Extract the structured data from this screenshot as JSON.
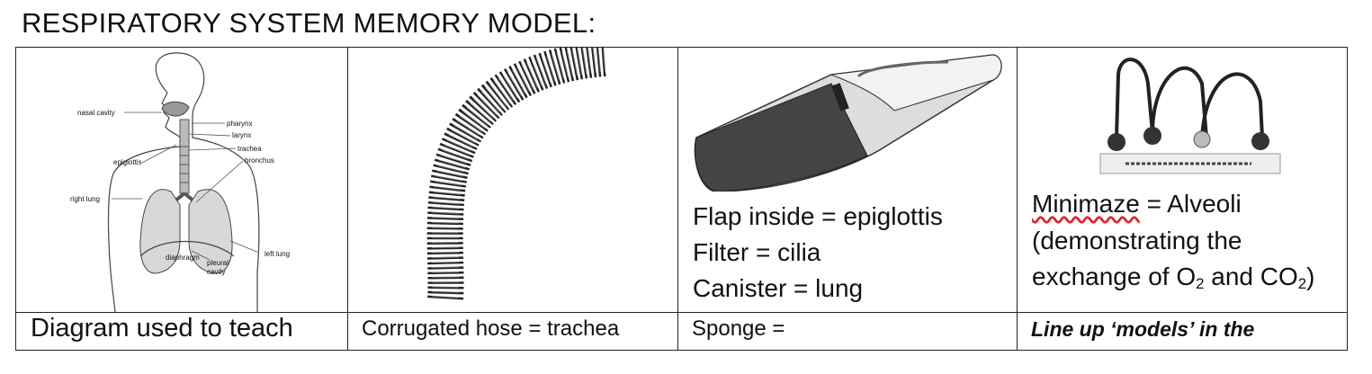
{
  "title": "RESPIRATORY SYSTEM MEMORY MODEL:",
  "diagram_labels": {
    "nasal_cavity": "nasal cavity",
    "pharynx": "pharynx",
    "larynx": "larynx",
    "trachea": "trachea",
    "bronchus": "bronchus",
    "epiglottis": "epiglottis",
    "right_lung": "right lung",
    "left_lung": "left lung",
    "diaphragm": "diaphragm",
    "pleural": "pleural",
    "cavity": "cavity"
  },
  "cells": [
    {
      "bottom_text": "Diagram used to teach"
    },
    {
      "bottom_text": "Corrugated hose = trachea"
    },
    {
      "caption_lines": [
        "Flap inside = epiglottis",
        "Filter = cilia",
        "Canister = lung"
      ],
      "bottom_text": "Sponge ="
    },
    {
      "caption_word": "Minimaze",
      "caption_rest": " = Alveoli",
      "caption_line2": "(demonstrating the",
      "caption_line3_pre": "exchange of O",
      "sub1": "2",
      "caption_line3_mid": " and CO",
      "sub2": "2",
      "caption_line3_post": ")",
      "bottom_text": "Line up ‘models’  in the"
    }
  ]
}
